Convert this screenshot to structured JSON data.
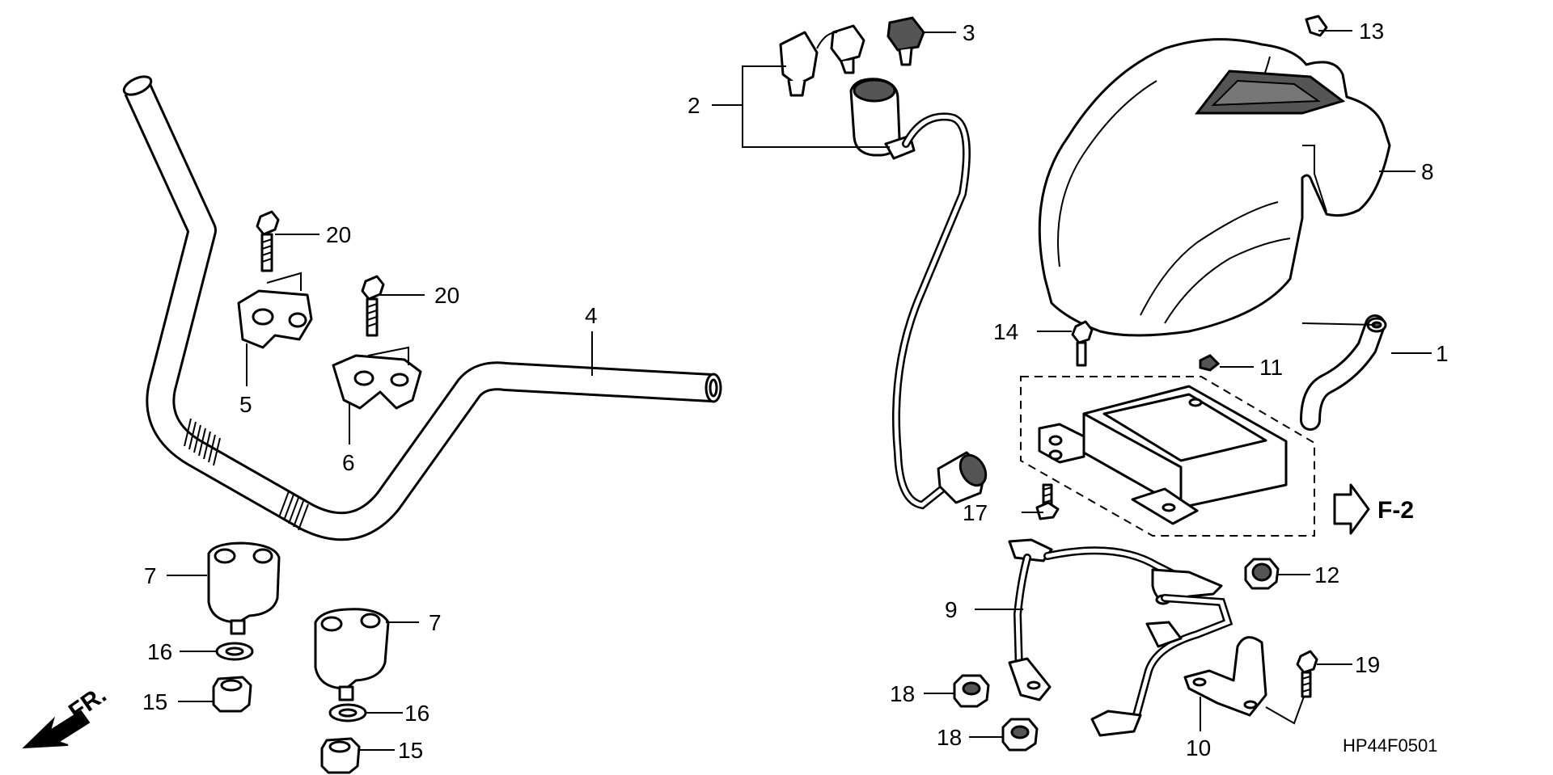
{
  "diagram_code": "HP44F0501",
  "direction": {
    "label": "FR."
  },
  "reference": {
    "label": "F-2"
  },
  "callouts": {
    "c1": "1",
    "c2": "2",
    "c3": "3",
    "c4": "4",
    "c5": "5",
    "c6": "6",
    "c7a": "7",
    "c7b": "7",
    "c8": "8",
    "c9": "9",
    "c10": "10",
    "c11": "11",
    "c12": "12",
    "c13": "13",
    "c14": "14",
    "c15a": "15",
    "c15b": "15",
    "c16a": "16",
    "c16b": "16",
    "c17": "17",
    "c18a": "18",
    "c18b": "18",
    "c19": "19",
    "c20a": "20",
    "c20b": "20"
  },
  "colors": {
    "line": "#000000",
    "background": "#ffffff"
  }
}
